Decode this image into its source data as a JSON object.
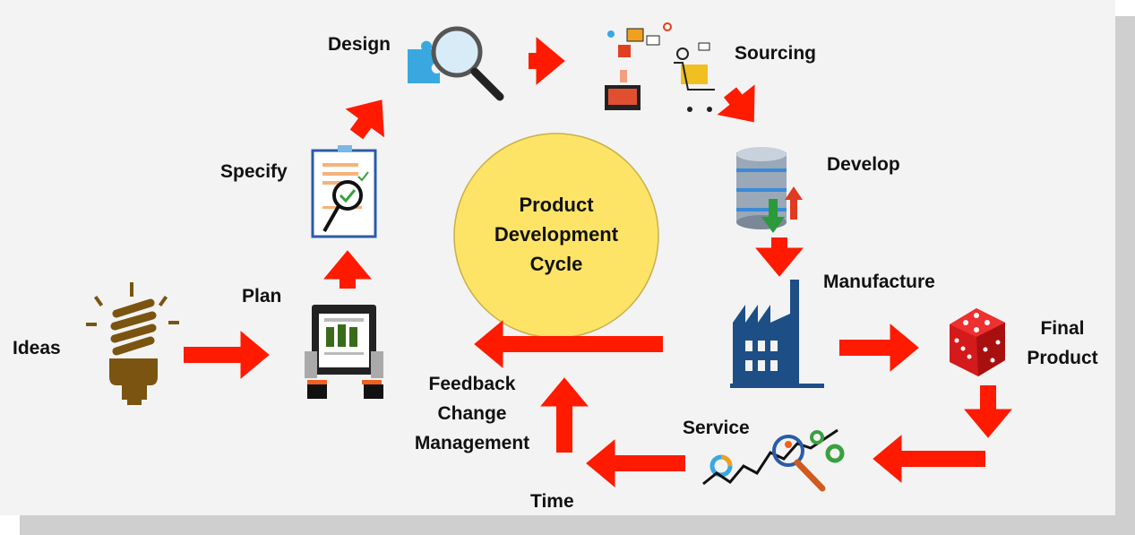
{
  "title": "Product Development Cycle",
  "center": {
    "line1": "Product",
    "line2": "Development",
    "line3": "Cycle"
  },
  "stages": {
    "ideas": "Ideas",
    "plan": "Plan",
    "specify": "Specify",
    "design": "Design",
    "sourcing": "Sourcing",
    "develop": "Develop",
    "manufacture": "Manufacture",
    "final_product": {
      "line1": "Final",
      "line2": "Product"
    },
    "service": "Service",
    "feedback": {
      "line1": "Feedback",
      "line2": "Change",
      "line3": "Management"
    },
    "time": "Time"
  },
  "colors": {
    "arrow": "#ff1a00",
    "circle": "#fde466",
    "factory": "#1d4f86",
    "bulb": "#7a5410",
    "background": "#f3f3f3"
  }
}
